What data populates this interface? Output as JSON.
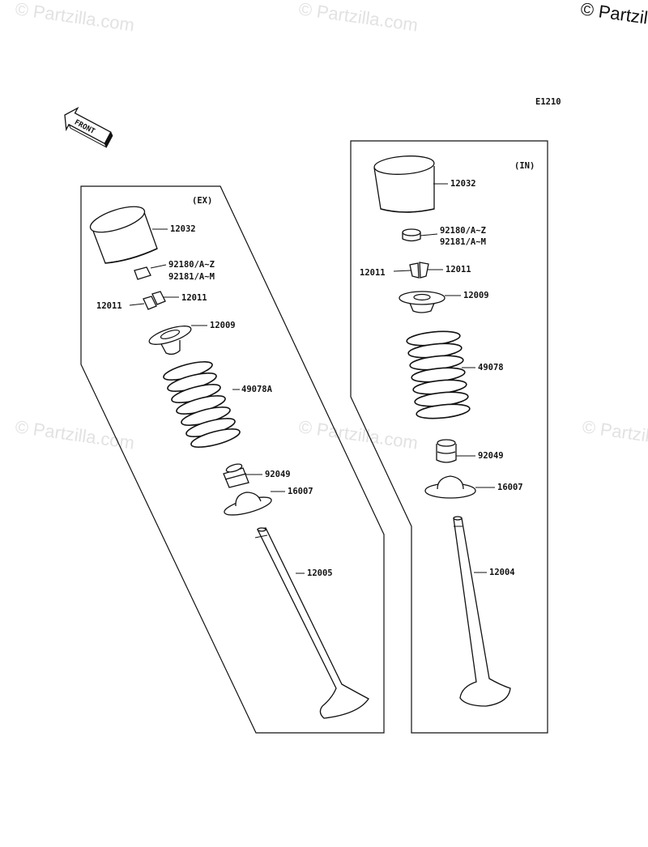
{
  "copyright": "© Partzilla.com",
  "watermark": "© Partzilla.com",
  "diagram_code": "E1210",
  "front_label": "FRONT",
  "panels": {
    "exhaust": {
      "tag": "(EX)",
      "labels": {
        "tappet": "12032",
        "shim_a": "92180/A~Z",
        "shim_b": "92181/A~M",
        "cotter_right": "12011",
        "cotter_left": "12011",
        "retainer": "12009",
        "spring": "49078A",
        "seal": "92049",
        "seat": "16007",
        "valve": "12005"
      }
    },
    "intake": {
      "tag": "(IN)",
      "labels": {
        "tappet": "12032",
        "shim_a": "92180/A~Z",
        "shim_b": "92181/A~M",
        "cotter_left": "12011",
        "cotter_right": "12011",
        "retainer": "12009",
        "spring": "49078",
        "seal": "92049",
        "seat": "16007",
        "valve": "12004"
      }
    }
  }
}
